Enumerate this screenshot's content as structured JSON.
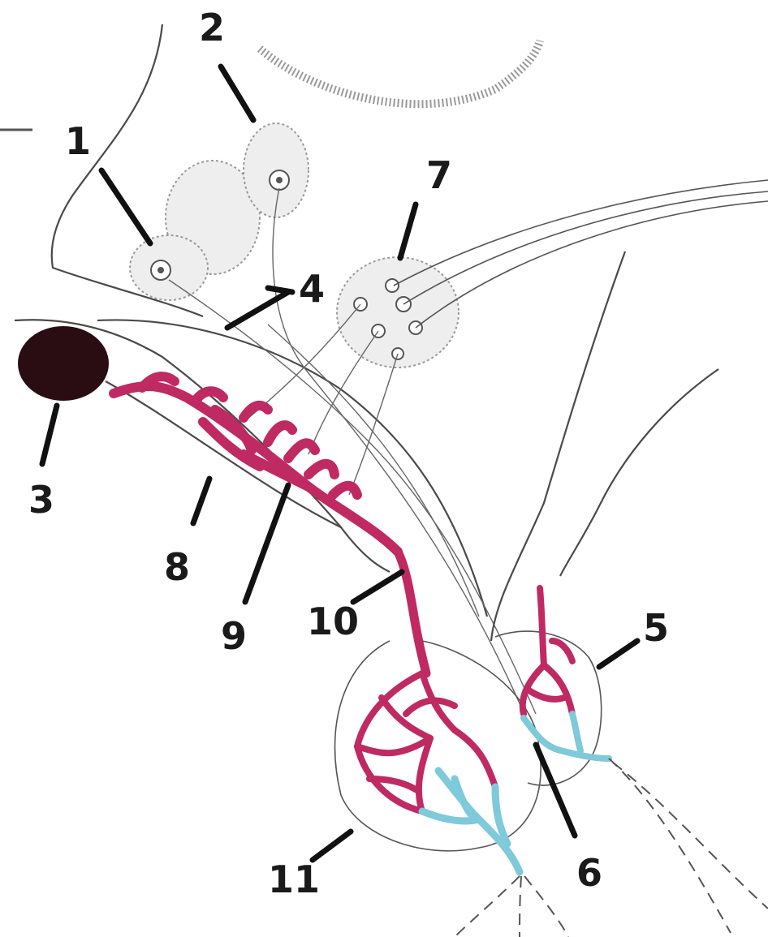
{
  "labels": {
    "l1": "1",
    "l2": "2",
    "l3": "3",
    "l4": "4",
    "l5": "5",
    "l6": "6",
    "l7": "7",
    "l8": "8",
    "l9": "9",
    "l10": "10",
    "l11": "11"
  },
  "colors": {
    "artery": "#c02a63",
    "vein": "#7ec9da",
    "mammillary_body": "#2a0d12",
    "outline": "#4a4a4a"
  }
}
